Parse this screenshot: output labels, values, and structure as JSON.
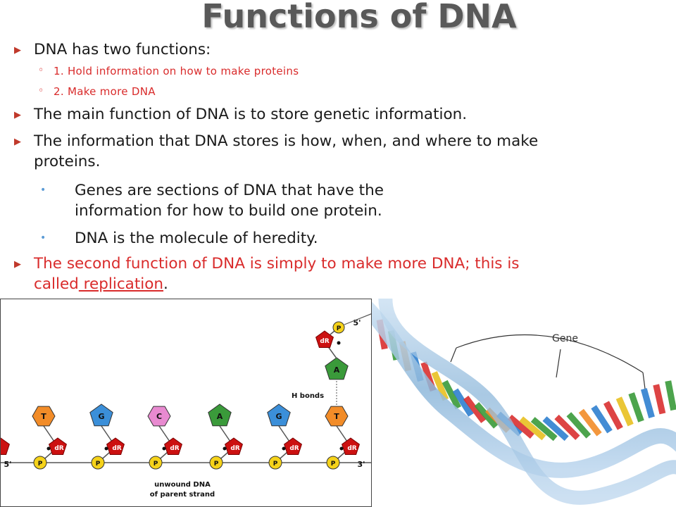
{
  "title": "Functions of DNA",
  "bullets": {
    "b1": "DNA has two functions:",
    "b1_sub1": "1.  Hold information on how to make proteins",
    "b1_sub2": "2.  Make more DNA",
    "b2": "The main function of DNA is to store genetic information.",
    "b3_line1": "The information that DNA stores is how, when, and where to make",
    "b3_line2": "proteins.",
    "b3_sub1_line1": "Genes are sections of DNA that have the",
    "b3_sub1_line2": "information for how to build one protein.",
    "b3_sub2": "DNA is the molecule of heredity.",
    "b4_line1": "The second function of DNA is simply to make more DNA; this is",
    "b4_line2_prefix": "called",
    "b4_line2_term": " replication",
    "b4_line2_suffix": "."
  },
  "diagram": {
    "bases": [
      "T",
      "G",
      "C",
      "A",
      "G",
      "T"
    ],
    "sugar_label": "dR",
    "phosphate_label": "P",
    "top_sugar_label": "dR",
    "top_base_label": "A",
    "top_phosphate_label": "P",
    "five_prime_top": "5'",
    "five_prime_left": "5'",
    "three_prime": "3'",
    "h_bonds_label": "H bonds",
    "caption_line1": "unwound DNA",
    "caption_line2": "of parent strand"
  },
  "helix": {
    "gene_label": "Gene"
  },
  "colors": {
    "bullet_marker": "#c0392b",
    "red_text": "#d92b2b",
    "sub_marker_blue": "#5b9bd5",
    "thymine": "#f28c28",
    "guanine": "#3b8fd9",
    "cytosine": "#e88ad0",
    "adenine": "#3a9a3a",
    "sugar": "#cc1111",
    "phosphate": "#f5d21a"
  }
}
